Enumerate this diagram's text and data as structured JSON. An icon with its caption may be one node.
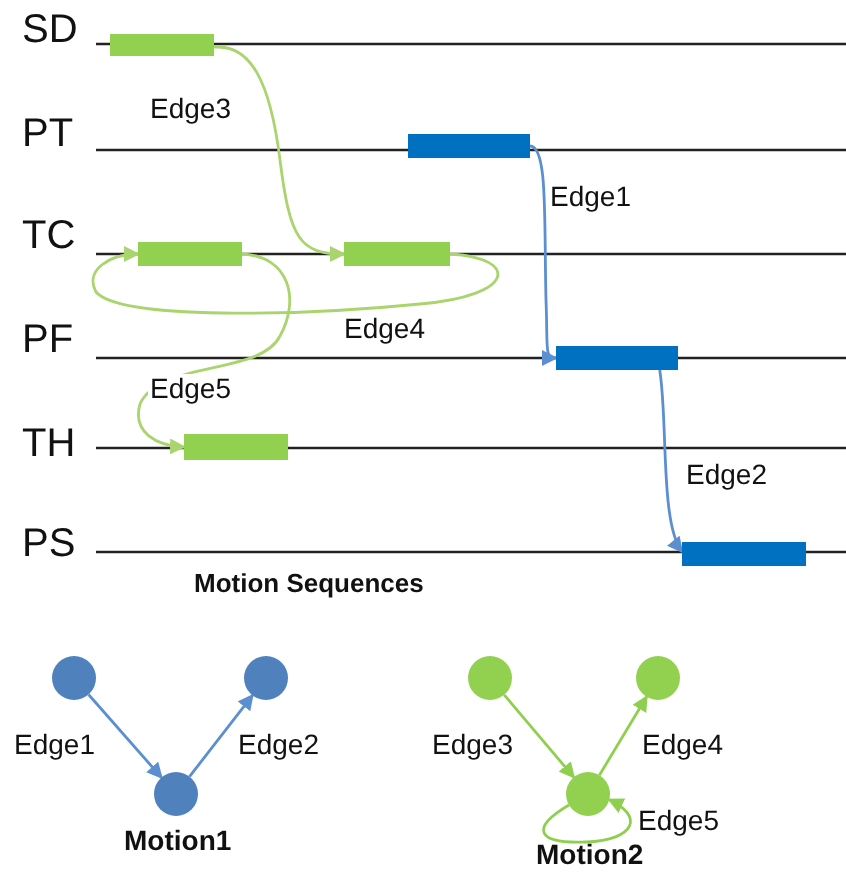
{
  "diagram": {
    "nodes": [
      {
        "text": [],
        "shape": "bar"
      },
      {
        "text": [],
        "shape": "bar"
      },
      {
        "text": [],
        "shape": "bar"
      },
      {
        "text": [],
        "shape": "bar"
      },
      {
        "text": [],
        "shape": "bar"
      },
      {
        "text": [],
        "shape": "bar"
      },
      {
        "text": [],
        "shape": "bar"
      },
      {
        "text": [],
        "shape": "circle"
      },
      {
        "text": [],
        "shape": "circle",
        "beside": [
          "Motion1"
        ]
      },
      {
        "text": [],
        "shape": "circle"
      },
      {
        "text": [],
        "shape": "circle"
      },
      {
        "text": [],
        "shape": "circle",
        "beside": [
          "Motion2"
        ]
      },
      {
        "text": [],
        "shape": "circle"
      }
    ],
    "edges": [
      {
        "from": 1,
        "to": 4,
        "arrow": "to",
        "label": "Edge1",
        "color": "#5b8fd0"
      },
      {
        "from": 4,
        "to": 6,
        "arrow": "to",
        "label": "Edge2",
        "color": "#5b8fd0"
      },
      {
        "from": 0,
        "to": 3,
        "arrow": "to",
        "label": "Edge3",
        "color": "#a9d46e"
      },
      {
        "from": 3,
        "to": 2,
        "arrow": "to",
        "label": "Edge4",
        "color": "#a9d46e"
      },
      {
        "from": 2,
        "to": 5,
        "arrow": "to",
        "label": "Edge5",
        "color": "#a9d46e"
      },
      {
        "from": 7,
        "to": 8,
        "arrow": "to",
        "label": "Edge1",
        "color": "#5b8fd0"
      },
      {
        "from": 8,
        "to": 9,
        "arrow": "to",
        "label": "Edge2",
        "color": "#5b8fd0"
      },
      {
        "from": 10,
        "to": 11,
        "arrow": "to",
        "label": "Edge3",
        "color": "#8fcf50"
      },
      {
        "from": 11,
        "to": 12,
        "arrow": "to",
        "label": "Edge4",
        "color": "#8fcf50"
      },
      {
        "from": 11,
        "to": 11,
        "arrow": "to",
        "label": "Edge5",
        "color": "#8fcf50"
      }
    ],
    "labels": [
      "SD",
      "PT",
      "TC",
      "PF",
      "TH",
      "PS",
      "Motion Sequences"
    ]
  }
}
